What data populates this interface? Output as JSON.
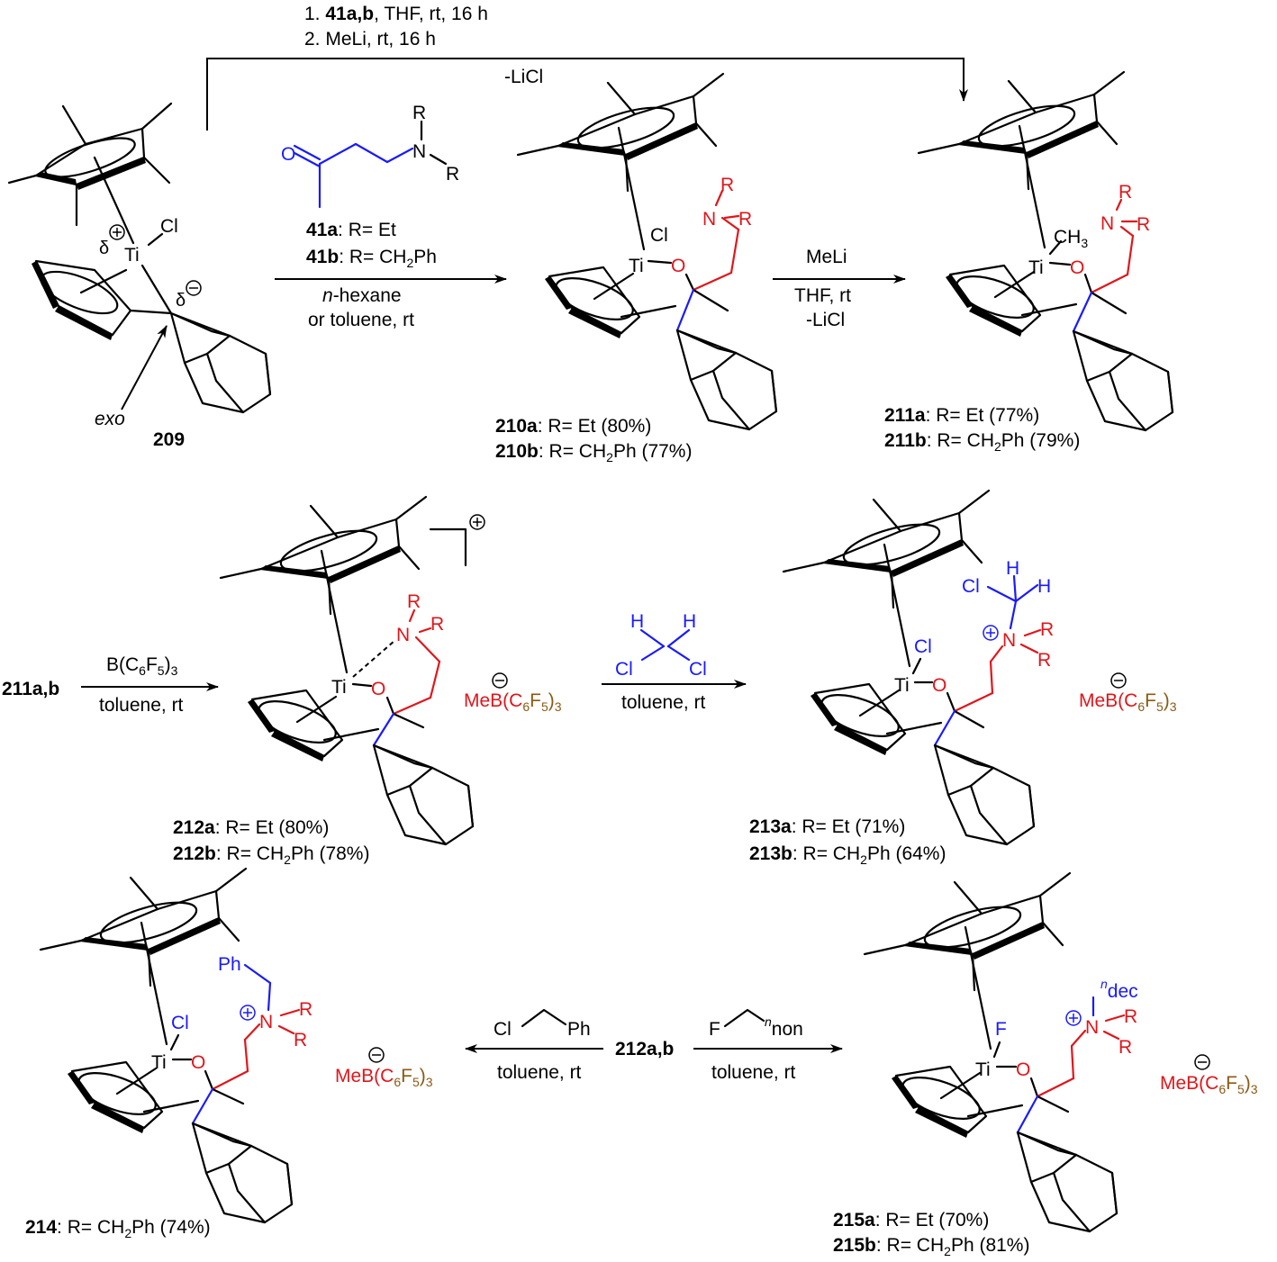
{
  "colors": {
    "bond": "#000000",
    "ketone_blue": "#1a1aff",
    "amine_red": "#e0161b",
    "anion_brown": "#8b5a14"
  },
  "top_arrow": {
    "step1_prefix": "1. ",
    "step1_bold": "41a,b",
    "step1_rest": ", THF, rt, 16 h",
    "step2": "2. MeLi, rt, 16 h",
    "byproduct": "-LiCl"
  },
  "compounds": {
    "c209": {
      "label": "209",
      "exo": "exo",
      "ti": "Ti",
      "cl": "Cl",
      "delta": "δ"
    },
    "c41": {
      "o": "O",
      "n": "N",
      "r": "R",
      "line_a_bold": "41a",
      "line_a_rest": ": R= Et",
      "line_b_bold": "41b",
      "line_b_rest": ": R= CH",
      "line_b_sub": "2",
      "line_b_end": "Ph"
    },
    "c210": {
      "line_a_bold": "210a",
      "line_a_rest": ": R= Et (80%)",
      "line_b_bold": "210b",
      "line_b_rest": ": R= CH",
      "line_b_sub": "2",
      "line_b_end": "Ph (77%)"
    },
    "c211": {
      "line_a_bold": "211a",
      "line_a_rest": ": R= Et (77%)",
      "line_b_bold": "211b",
      "line_b_rest": ": R= CH",
      "line_b_sub": "2",
      "line_b_end": "Ph (79%)",
      "ch3": "CH",
      "ch3_sub": "3"
    },
    "c212": {
      "line_a_bold": "212a",
      "line_a_rest": ": R= Et (80%)",
      "line_b_bold": "212b",
      "line_b_rest": ": R= CH",
      "line_b_sub": "2",
      "line_b_end": "Ph (78%)"
    },
    "c213": {
      "line_a_bold": "213a",
      "line_a_rest": ": R= Et (71%)",
      "line_b_bold": "213b",
      "line_b_rest": ": R= CH",
      "line_b_sub": "2",
      "line_b_end": "Ph (64%)",
      "h": "H"
    },
    "c214": {
      "line_bold": "214",
      "line_rest": ": R= CH",
      "line_sub": "2",
      "line_end": "Ph (74%)",
      "ph": "Ph"
    },
    "c215": {
      "line_a_bold": "215a",
      "line_a_rest": ": R= Et (70%)",
      "line_b_bold": "215b",
      "line_b_rest": ": R= CH",
      "line_b_sub": "2",
      "line_b_end": "Ph (81%)",
      "f": "F",
      "dec_sup": "n",
      "dec": "dec"
    }
  },
  "anion": {
    "me": "MeB(C",
    "c6": "6",
    "f": "F",
    "f5": "5",
    "close": ")",
    "three": "3"
  },
  "arrows": {
    "a1": {
      "above": "",
      "line1_it": "n",
      "line1_rest": "-hexane",
      "line2": "or toluene, rt"
    },
    "a2": {
      "above": "MeLi",
      "line1": "THF, rt",
      "line2": "-LiCl"
    },
    "a3": {
      "start": "211a,b",
      "reagent_pre": "B(C",
      "reagent_sub1": "6",
      "reagent_mid": "F",
      "reagent_sub2": "5",
      "reagent_close": ")",
      "reagent_sub3": "3",
      "below": "toluene, rt"
    },
    "a4": {
      "cl": "Cl",
      "h": "H",
      "below": "toluene, rt"
    },
    "a5": {
      "start": "212a,b",
      "left_cl": "Cl",
      "left_ph": "Ph",
      "left_below": "toluene, rt",
      "right_f": "F",
      "right_sup": "n",
      "right_non": "non",
      "right_below": "toluene, rt"
    }
  }
}
